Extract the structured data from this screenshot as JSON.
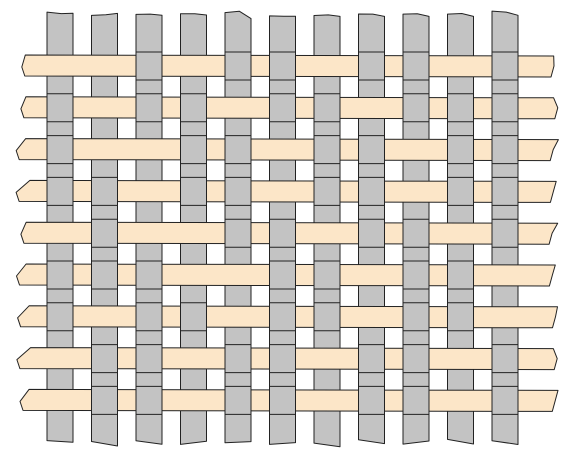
{
  "figure": {
    "kind": "twill-weave",
    "warp_count": 11,
    "weft_count": 9,
    "pattern": [
      [
        0,
        0,
        1,
        0,
        1,
        1,
        0,
        1,
        1,
        0,
        1
      ],
      [
        1,
        0,
        1,
        1,
        0,
        1,
        1,
        0,
        1,
        1,
        1
      ],
      [
        1,
        0,
        0,
        1,
        1,
        0,
        1,
        1,
        0,
        1,
        1
      ],
      [
        1,
        1,
        0,
        1,
        1,
        0,
        1,
        1,
        0,
        1,
        1
      ],
      [
        0,
        1,
        0,
        0,
        1,
        1,
        0,
        1,
        1,
        0,
        1
      ],
      [
        1,
        1,
        1,
        0,
        0,
        1,
        1,
        0,
        1,
        1,
        0
      ],
      [
        1,
        0,
        1,
        1,
        0,
        1,
        1,
        0,
        1,
        1,
        0
      ],
      [
        0,
        1,
        1,
        0,
        1,
        1,
        0,
        1,
        1,
        0,
        1
      ],
      [
        0,
        1,
        1,
        0,
        1,
        1,
        0,
        1,
        1,
        0,
        1
      ]
    ],
    "colors": {
      "warp": "#c3c3c3",
      "weft": "#fce6c8",
      "outline": "#222222",
      "background": "#ffffff"
    }
  }
}
